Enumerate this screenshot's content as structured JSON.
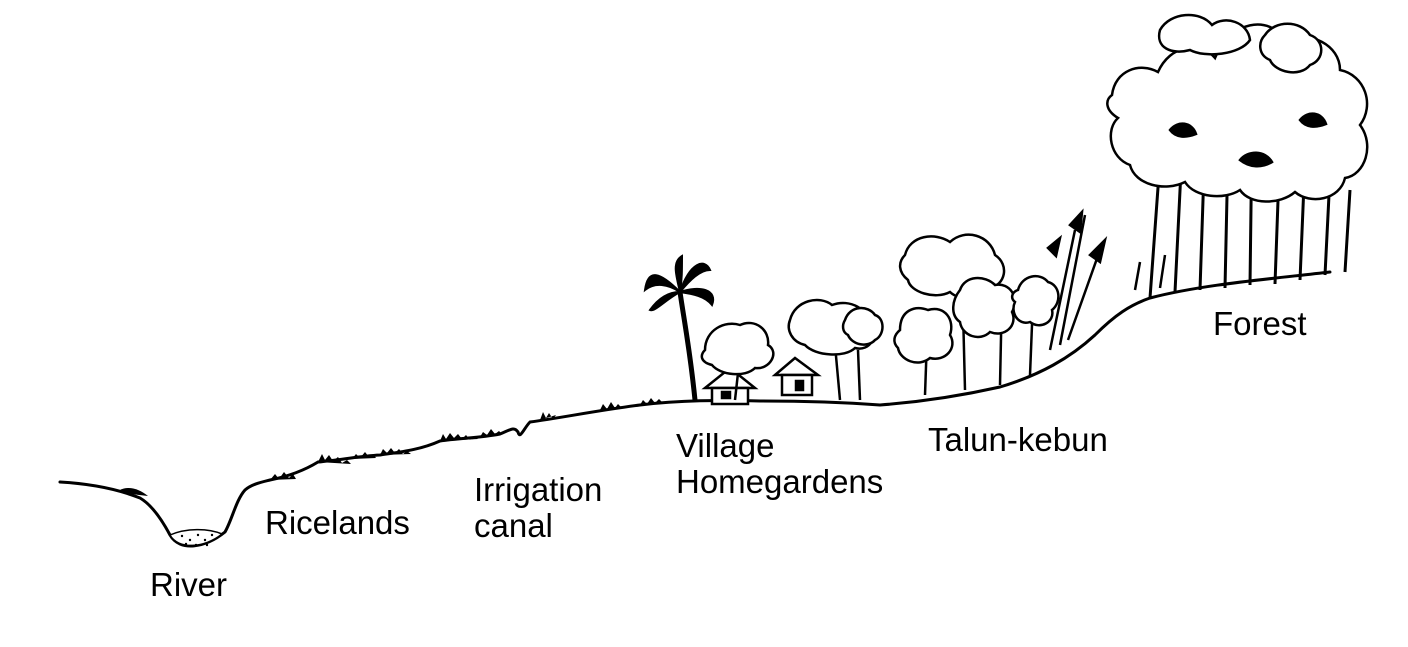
{
  "labels": {
    "river": "River",
    "ricelands": "Ricelands",
    "canal_line1": "Irrigation",
    "canal_line2": "canal",
    "homegardens_line1": "Village",
    "homegardens_line2": "Homegardens",
    "talun": "Talun-kebun",
    "forest": "Forest"
  },
  "colors": {
    "ink": "#000000",
    "background": "#ffffff"
  }
}
